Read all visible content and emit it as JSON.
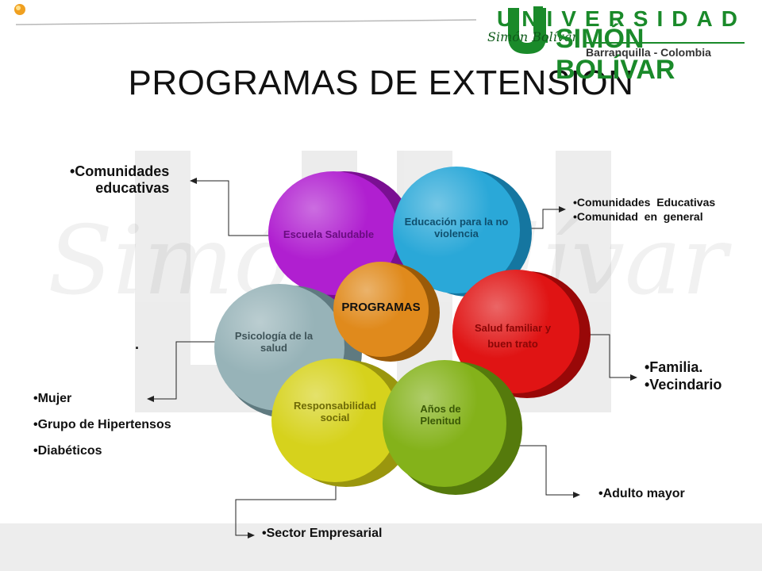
{
  "title": "PROGRAMAS DE EXTENSION",
  "logo": {
    "line1": "UNIVERSIDAD",
    "line2": "SIMÓN BOLÍVAR",
    "line3": "Barranquilla - Colombia",
    "script": "Simón Bolívar"
  },
  "center": {
    "label": "PROGRAMAS",
    "color": "#e08a1c"
  },
  "discs": [
    {
      "name": "escuela-saludable",
      "label": "Escuela Saludable",
      "color": "#b01fd0"
    },
    {
      "name": "educacion-no-violencia",
      "label": "Educación para la no violencia",
      "color": "#2aa8d8"
    },
    {
      "name": "salud-familiar",
      "label": "Salud familiar y buen trato",
      "color": "#e01414"
    },
    {
      "name": "psicologia-salud",
      "label": "Psicología de la salud",
      "color": "#97b3b8"
    },
    {
      "name": "responsabilidad-social",
      "label": "Responsabilidad social",
      "color": "#d6d21c"
    },
    {
      "name": "anos-plenitud",
      "label": "Años de Plenitud",
      "color": "#84b21a"
    }
  ],
  "targets": {
    "escuela": [
      "•Comunidades",
      "educativas"
    ],
    "educacion": [
      "•Comunidades  Educativas",
      "•Comunidad  en  general"
    ],
    "salud_familiar": [
      "•Familia.",
      "•Vecindario"
    ],
    "psicologia_dot": ".",
    "psicologia": [
      "•Mujer",
      "•Grupo de Hipertensos",
      "•Diabéticos"
    ],
    "responsabilidad": [
      "•Sector Empresarial"
    ],
    "plenitud": [
      "•Adulto mayor"
    ]
  }
}
